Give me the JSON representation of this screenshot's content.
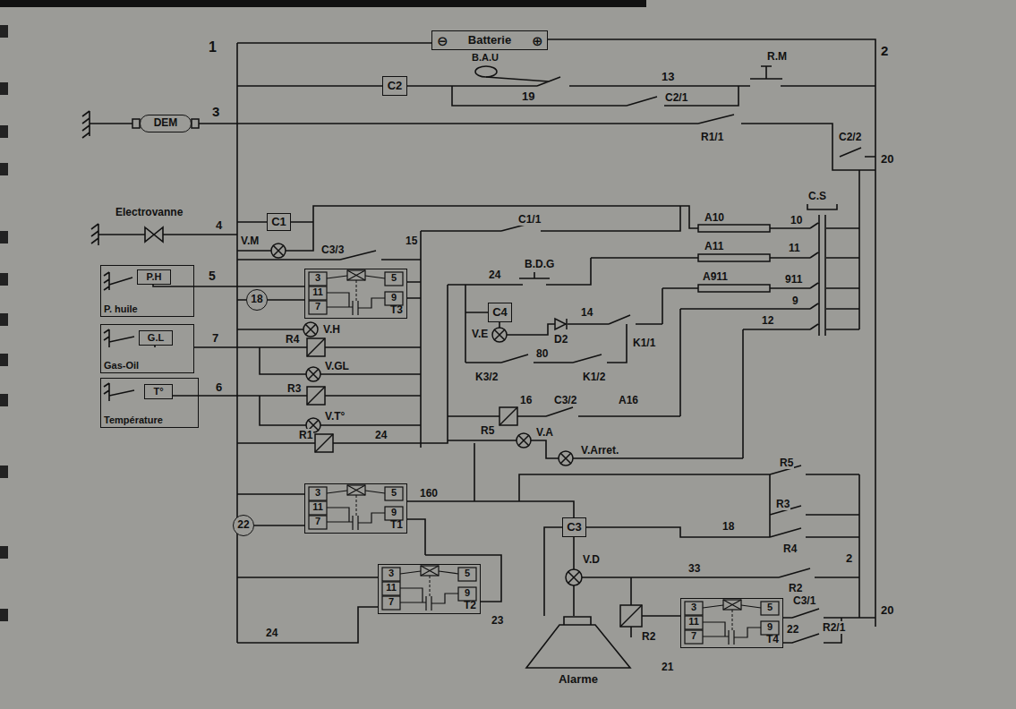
{
  "diagram": {
    "nodes": [
      {
        "text": [
          "Batterie"
        ]
      },
      {
        "text": [
          "C2"
        ]
      },
      {
        "text": [
          "DEM"
        ]
      },
      {
        "text": [
          "C1"
        ]
      },
      {
        "text": [
          "P. huile"
        ]
      },
      {
        "text": [
          "P.H"
        ],
        "in": 4
      },
      {
        "text": [
          "Gas-Oil"
        ]
      },
      {
        "text": [
          "G.L"
        ],
        "in": 6
      },
      {
        "text": [
          "Température"
        ]
      },
      {
        "text": [
          "T°"
        ],
        "in": 8
      },
      {
        "text": [
          "T3"
        ]
      },
      {
        "text": [
          "18"
        ]
      },
      {
        "text": [
          "T1"
        ]
      },
      {
        "text": [
          "22"
        ]
      },
      {
        "text": [
          "T2"
        ]
      },
      {
        "text": [
          "T4"
        ]
      },
      {
        "text": [
          "C4"
        ]
      },
      {
        "text": [
          "C3"
        ]
      },
      {
        "text": [
          "Alarme"
        ]
      }
    ],
    "edges": [
      {
        "from": 4,
        "to": 10,
        "arrow": "none"
      },
      {
        "from": 11,
        "to": 10,
        "arrow": "none"
      },
      {
        "from": 13,
        "to": 12,
        "arrow": "none"
      },
      {
        "from": 17,
        "to": 18,
        "arrow": "none"
      }
    ],
    "labels": [
      "1",
      "⊖",
      "⊕",
      "B.A.U",
      "2",
      "R.M",
      "19",
      "13",
      "3",
      "C2/1",
      "R1/1",
      "C2/2",
      "20",
      "Electrovanne",
      "A10",
      "C.S",
      "4",
      "10",
      "C1/1",
      "V.M",
      "C3/3",
      "15",
      "A11",
      "11",
      "B.D.G",
      "5",
      "A911",
      "911",
      "24",
      "9",
      "V.H",
      "14",
      "D2",
      "K1/1",
      "12",
      "R4",
      "7",
      "80",
      "V.GL",
      "K3/2",
      "K1/2",
      "R3",
      "6",
      "A16",
      "16",
      "C3/2",
      "V.T°",
      "R5",
      "R1",
      "24",
      "V.A",
      "V.Arret.",
      "160",
      "R5",
      "R3",
      "18",
      "R4",
      "2",
      "V.D",
      "33",
      "R2",
      "20",
      "C3/1",
      "22",
      "R2/1",
      "R2",
      "21",
      "24",
      "23",
      "V.E",
      "3",
      "11",
      "7",
      "5",
      "9",
      "3",
      "11",
      "7",
      "5",
      "9",
      "3",
      "11",
      "7",
      "5",
      "9",
      "3",
      "11",
      "7",
      "5",
      "9"
    ]
  }
}
